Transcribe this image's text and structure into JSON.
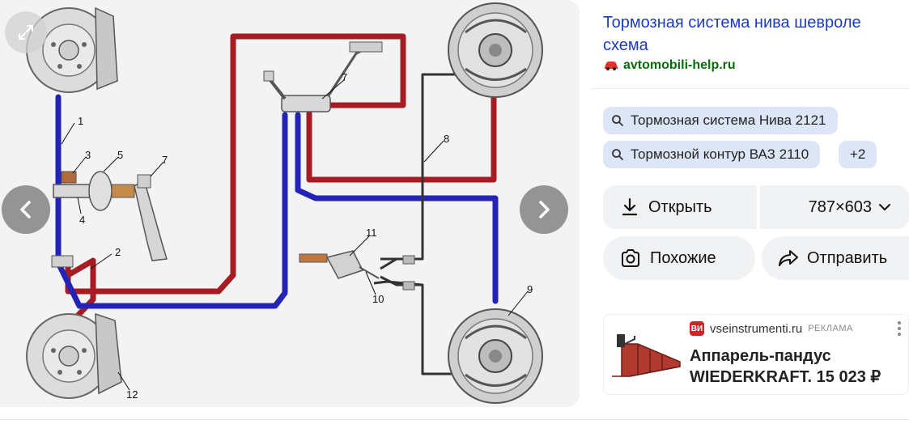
{
  "viewer": {
    "callouts": [
      "1",
      "2",
      "3",
      "4",
      "5",
      "7",
      "7",
      "8",
      "9",
      "10",
      "11",
      "12"
    ]
  },
  "result": {
    "title": "Тормозная система нива шевроле схема",
    "source": "avtomobili-help.ru"
  },
  "related": {
    "chip1": "Тормозная система Нива 2121",
    "chip2": "Тормозной контур ВАЗ 2110",
    "more": "+2"
  },
  "actions": {
    "open": "Открыть",
    "size": "787×603",
    "similar": "Похожие",
    "share": "Отправить"
  },
  "ad": {
    "logo": "ВИ",
    "domain": "vseinstrumenti.ru",
    "label": "РЕКЛАМА",
    "title": "Аппарель-пандус WIEDERKRAFT. 15 023 ₽"
  },
  "colors": {
    "title_link": "#1d3bbb",
    "source_green": "#0a6b0a",
    "chip_bg": "#dde6f7",
    "brake_red": "#a51d22",
    "brake_blue": "#2323b8",
    "cable_black": "#333333"
  },
  "icons": {
    "expand": "expand-icon",
    "prev": "chevron-left-icon",
    "next": "chevron-right-icon",
    "search": "search-icon",
    "download": "download-icon",
    "chevron_down": "chevron-down-icon",
    "lens": "lens-icon",
    "share": "share-arrow-icon",
    "car": "car-icon",
    "more": "more-vertical-icon"
  }
}
